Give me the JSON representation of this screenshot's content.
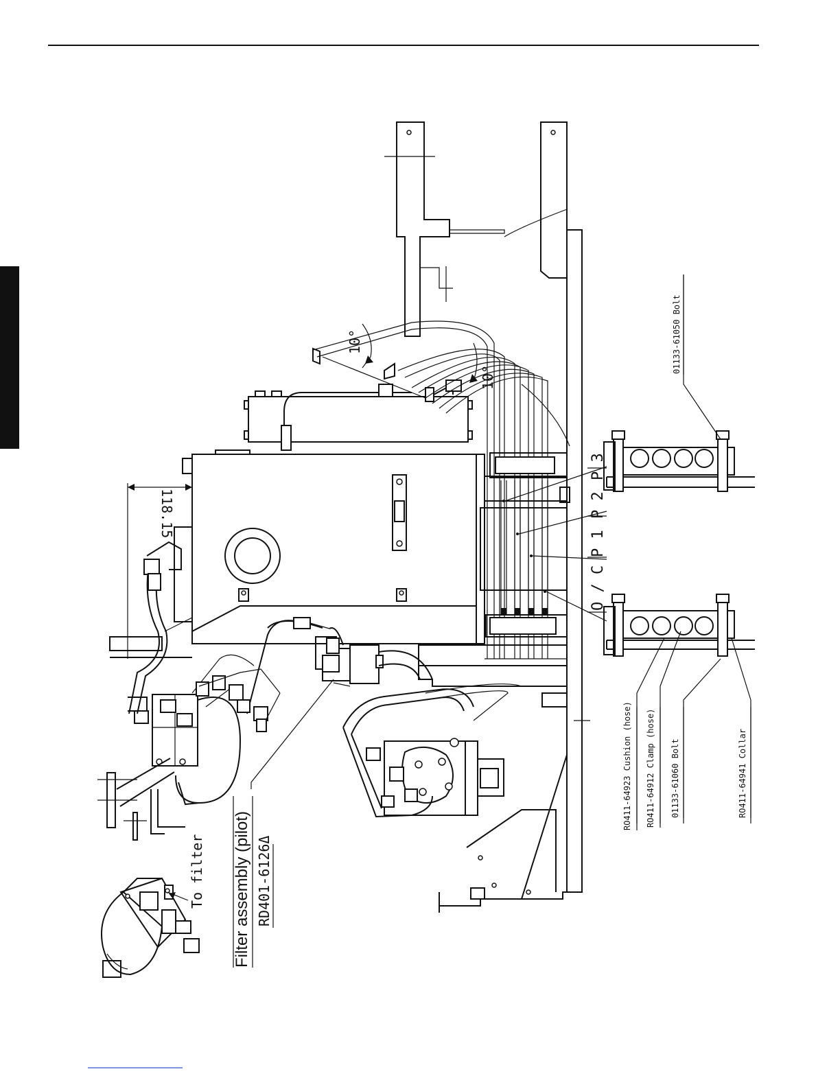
{
  "labels": {
    "dimension": "118.15",
    "angle_upper": "10°",
    "angle_lower": "10°",
    "port_p3": "P 3",
    "port_p2": "P 2",
    "port_p1": "P 1",
    "port_oc": "O / C",
    "to_filter": "To filter",
    "filter_title": "Filter assembly (pilot)",
    "filter_part": "RD401-6126Δ",
    "bolt_upper": "01133-61050 Bolt",
    "cushion": "RO411-64923 Cushion (hose)",
    "clamp": "RO411-64912 Clamp (hose)",
    "bolt_lower": "01133-61060 Bolt",
    "collar": "RO411-64941 Collar"
  }
}
